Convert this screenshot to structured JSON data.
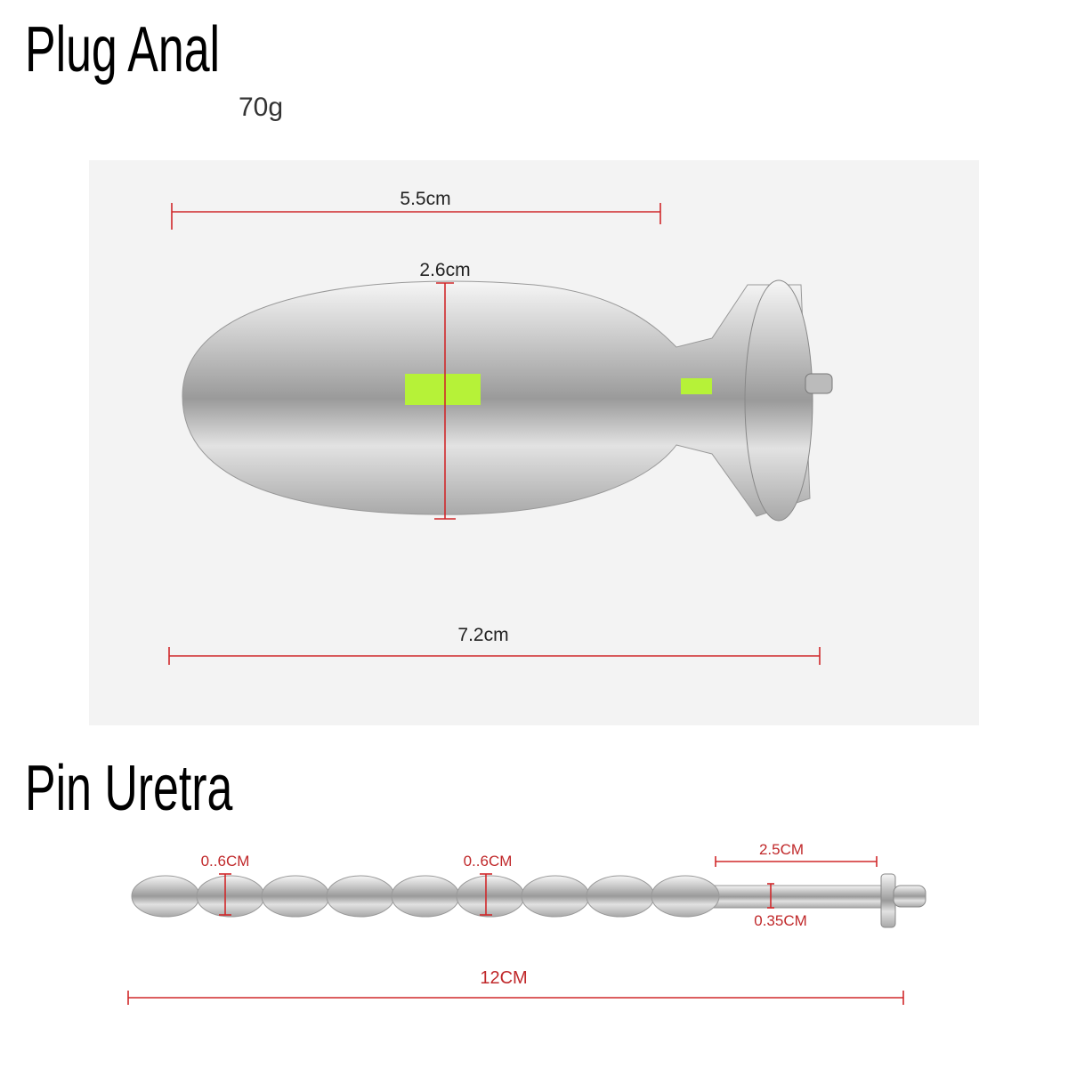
{
  "product_1": {
    "title": "Plug Anal",
    "weight": "70g",
    "dimensions": {
      "length_top": "5.5cm",
      "diameter": "2.6cm",
      "length_total": "7.2cm"
    }
  },
  "product_2": {
    "title": "Pin Uretra",
    "dimensions": {
      "bead_diameter_1": "0..6CM",
      "bead_diameter_2": "0..6CM",
      "shaft_length": "2.5CM",
      "shaft_diameter": "0.35CM",
      "length_total": "12CM"
    }
  },
  "colors": {
    "dimension_line": "#d0282a",
    "metal": "#c8c8c8"
  }
}
